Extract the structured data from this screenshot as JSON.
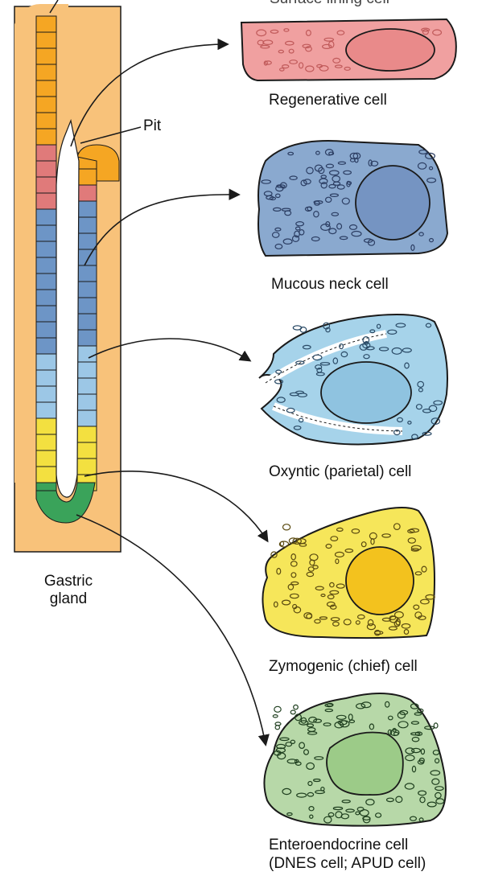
{
  "labels": {
    "pit": "Pit",
    "gastric_gland_line1": "Gastric",
    "gastric_gland_line2": "gland",
    "surface_lining_cell": "Surface lining cell"
  },
  "cells": [
    {
      "id": "regenerative",
      "label": "Regenerative cell",
      "fill": "#f0a0a0",
      "organelle": "#c05a5a"
    },
    {
      "id": "mucous-neck",
      "label": "Mucous neck cell",
      "fill": "#8aa9cf",
      "organelle": "#2c3e63"
    },
    {
      "id": "oxyntic",
      "label": "Oxyntic (parietal) cell",
      "fill": "#a6d3ea",
      "organelle": "#2a4a66"
    },
    {
      "id": "zymogenic",
      "label": "Zymogenic (chief) cell",
      "fill": "#f6e65a",
      "organelle": "#5a4a10"
    },
    {
      "id": "enteroendocrine",
      "label": "Enteroendocrine cell",
      "label_line2": "(DNES cell; APUD cell)",
      "fill": "#b7d8a8",
      "organelle": "#1f3f1f"
    }
  ],
  "colors": {
    "stroma": "#f8c27a",
    "surface_cells": "#f5a623",
    "regenerative_cells": "#e07a7a",
    "mucous_cells": "#6d95c6",
    "parietal_cells": "#9cc7e6",
    "chief_cells": "#f3e040",
    "endocrine_cells": "#3aa35a",
    "outline": "#1a1a1a"
  }
}
